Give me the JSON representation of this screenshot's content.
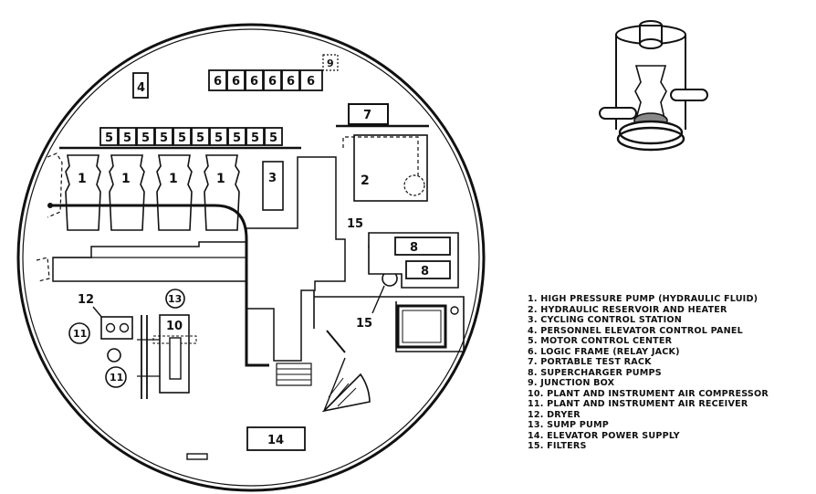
{
  "plan": {
    "pumps_1": [
      "1",
      "1",
      "1",
      "1"
    ],
    "reservoir_2": "2",
    "cycling_3": "3",
    "elevator_panel_4": "4",
    "mcc_5": [
      "5",
      "5",
      "5",
      "5",
      "5",
      "5",
      "5",
      "5",
      "5",
      "5"
    ],
    "logic_6": [
      "6",
      "6",
      "6",
      "6",
      "6",
      "6"
    ],
    "test_rack_7": "7",
    "supercharger_8": [
      "8",
      "8"
    ],
    "junction_9": "9",
    "compressor_10": "10",
    "receiver_11": [
      "11",
      "11"
    ],
    "dryer_12": "12",
    "sump_13": "13",
    "power_14": "14",
    "filters_15": [
      "15",
      "15"
    ]
  },
  "legend": [
    "1. HIGH PRESSURE PUMP (HYDRAULIC FLUID)",
    "2. HYDRAULIC RESERVOIR AND HEATER",
    "3. CYCLING CONTROL STATION",
    "4. PERSONNEL ELEVATOR CONTROL PANEL",
    "5. MOTOR CONTROL CENTER",
    "6. LOGIC FRAME (RELAY JACK)",
    "7. PORTABLE TEST RACK",
    "8. SUPERCHARGER PUMPS",
    "9. JUNCTION BOX",
    "10. PLANT AND INSTRUMENT AIR COMPRESSOR",
    "11. PLANT AND INSTRUMENT AIR RECEIVER",
    "12. DRYER",
    "13. SUMP PUMP",
    "14. ELEVATOR POWER SUPPLY",
    "15. FILTERS"
  ]
}
